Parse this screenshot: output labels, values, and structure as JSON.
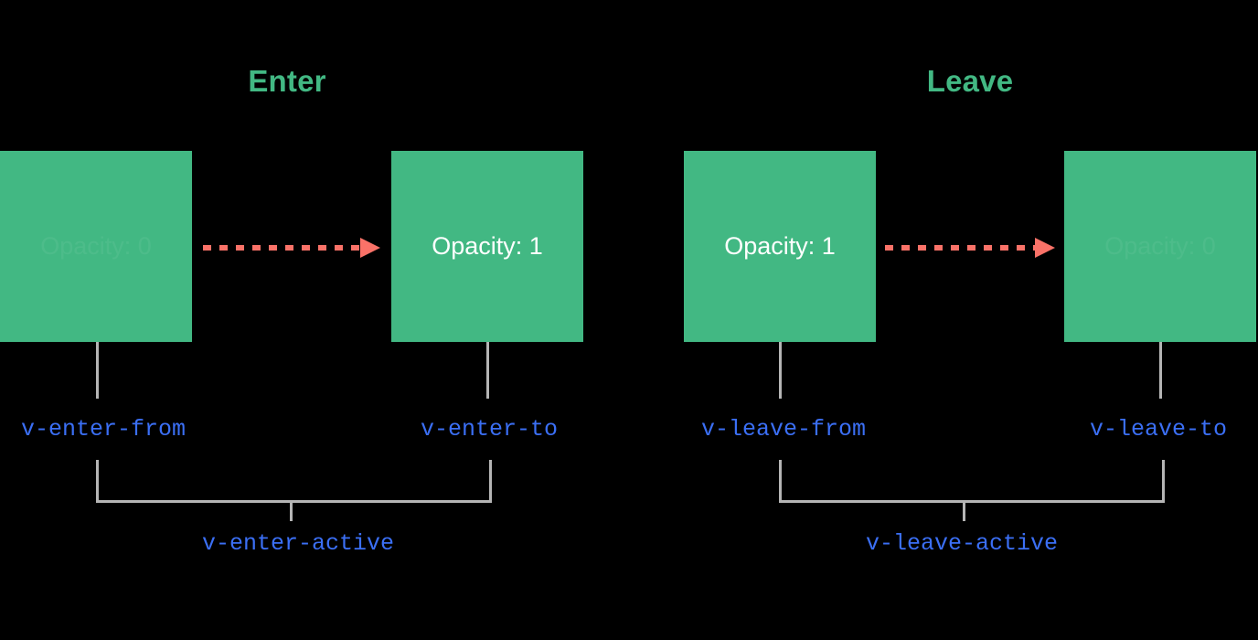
{
  "diagram": {
    "title_enter": "Enter",
    "title_leave": "Leave",
    "colors": {
      "background": "#000000",
      "box_green": "#42b883",
      "title_green": "#42b883",
      "arrow_salmon": "#fa7268",
      "label_blue": "#3b6ff5",
      "connector_gray": "#b5b5b5",
      "box_text_white": "#ffffff"
    },
    "boxes": [
      {
        "id": "enter-from-box",
        "opacity_text": "Opacity: 0",
        "faded": true
      },
      {
        "id": "enter-to-box",
        "opacity_text": "Opacity: 1",
        "faded": false
      },
      {
        "id": "leave-from-box",
        "opacity_text": "Opacity: 1",
        "faded": false
      },
      {
        "id": "leave-to-box",
        "opacity_text": "Opacity: 0",
        "faded": true
      }
    ],
    "class_labels": {
      "enter_from": "v-enter-from",
      "enter_to": "v-enter-to",
      "leave_from": "v-leave-from",
      "leave_to": "v-leave-to",
      "enter_active": "v-enter-active",
      "leave_active": "v-leave-active"
    }
  }
}
